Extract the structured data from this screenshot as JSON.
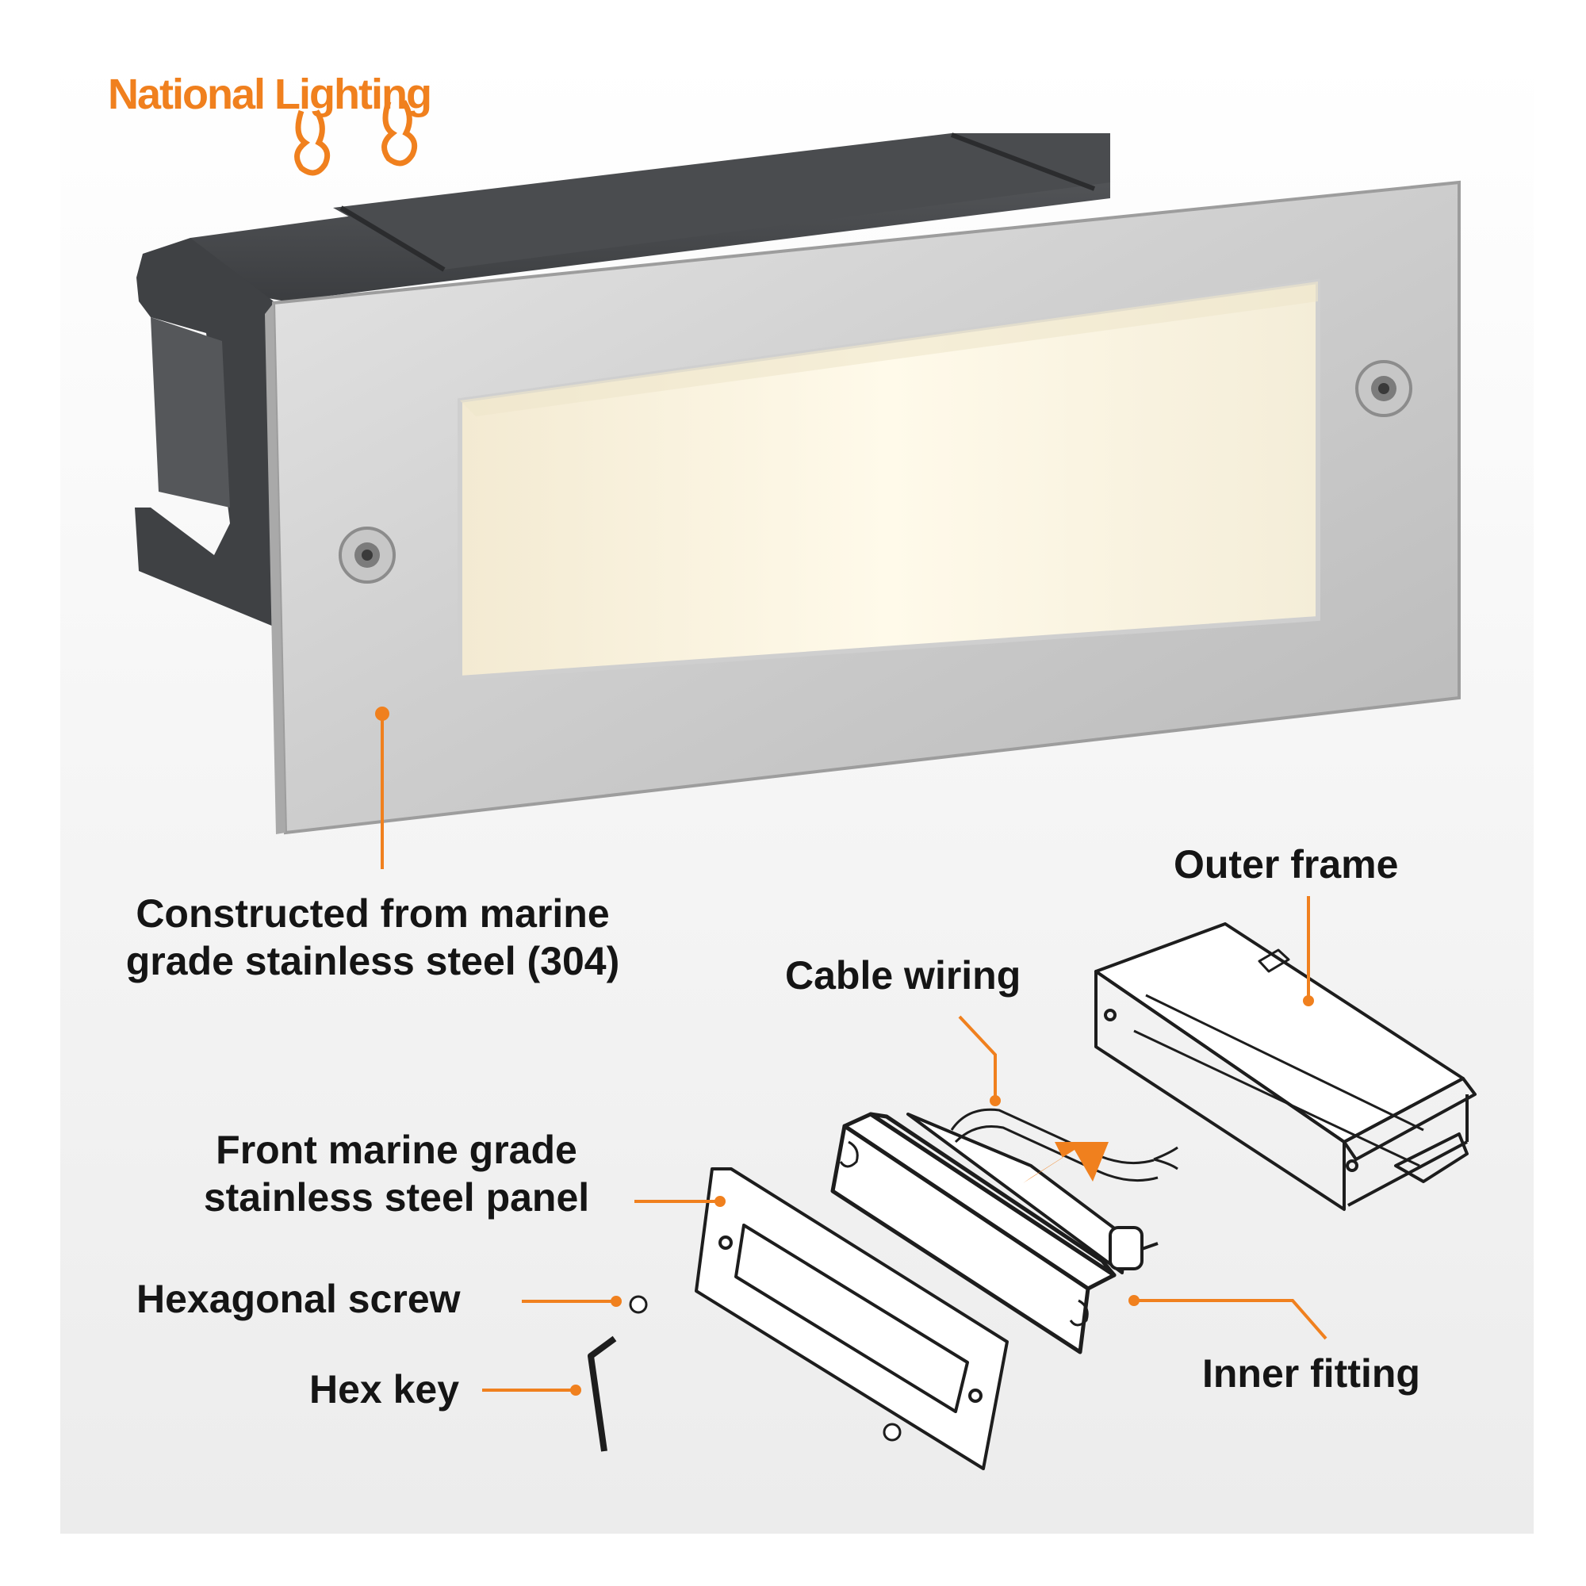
{
  "brand": {
    "logo_text": "National Lighting",
    "accent_color": "#f0801e"
  },
  "labels": {
    "material": "Constructed from marine grade stainless steel (304)",
    "outer_frame": "Outer frame",
    "cable_wiring": "Cable wiring",
    "front_panel": "Front marine grade stainless steel panel",
    "hex_screw": "Hexagonal screw",
    "hex_key": "Hex key",
    "inner_fitting": "Inner fitting"
  }
}
